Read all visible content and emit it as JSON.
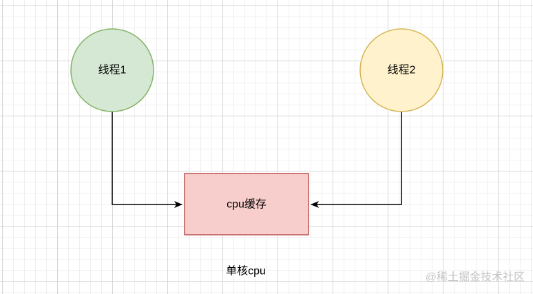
{
  "diagram": {
    "nodes": {
      "thread1": {
        "label": "线程1",
        "fill": "#d5e8d4",
        "stroke": "#82b366"
      },
      "thread2": {
        "label": "线程2",
        "fill": "#fff2cc",
        "stroke": "#d6b656"
      },
      "cache": {
        "label": "cpu缓存",
        "fill": "#f8cecc",
        "stroke": "#b85450"
      }
    },
    "edges": [
      {
        "from": "thread1",
        "to": "cache"
      },
      {
        "from": "thread2",
        "to": "cache"
      }
    ],
    "caption": "单核cpu",
    "edge_color": "#000000"
  },
  "watermark": {
    "icon": "at-sign-icon",
    "text": "@稀土掘金技术社区"
  }
}
